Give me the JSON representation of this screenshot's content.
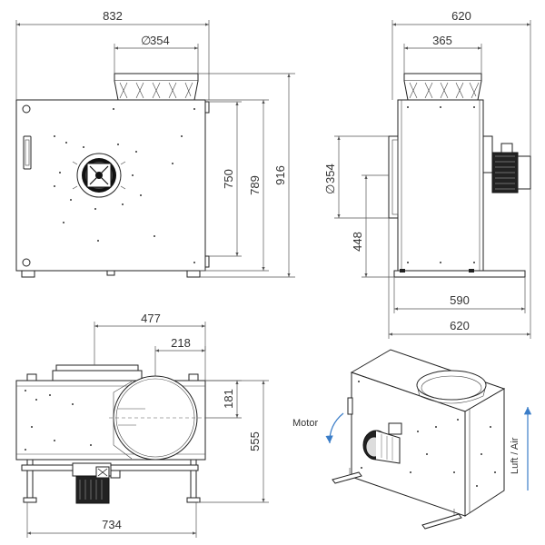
{
  "front_view": {
    "width": "832",
    "inlet_diameter": "354",
    "height_body": "750",
    "height_mid": "789",
    "height_total": "916"
  },
  "side_view": {
    "width_top": "620",
    "inlet_width": "365",
    "outlet_diameter": "354",
    "outlet_height": "448",
    "base_inner": "590",
    "base_outer": "620"
  },
  "top_view": {
    "offset_outer": "477",
    "offset_inner": "218",
    "opening": "181",
    "depth": "555",
    "length": "734"
  },
  "iso_view": {
    "motor_label": "Motor",
    "air_label": "Luft / Air"
  },
  "symbols": {
    "diameter": "∅"
  },
  "colors": {
    "line": "#222222",
    "dimension": "#555555",
    "air_arrow": "#3a7dc8"
  }
}
